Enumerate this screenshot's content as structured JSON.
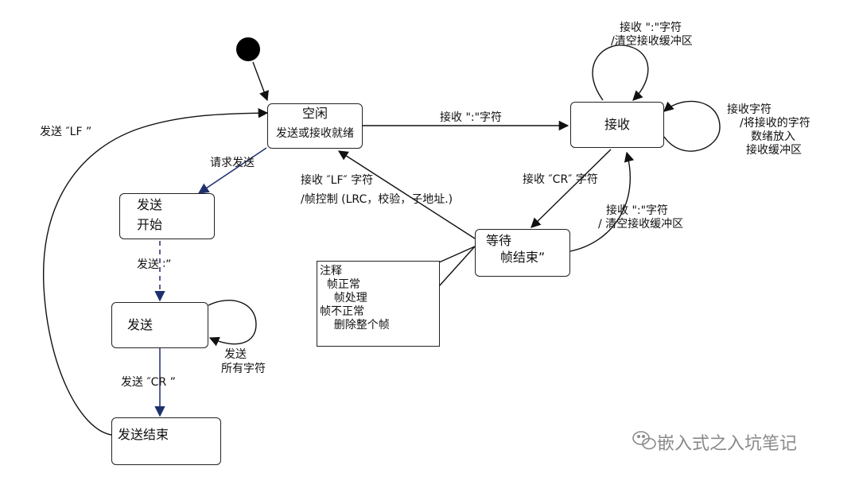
{
  "states": {
    "idle": {
      "title": "空闲",
      "subtitle": "发送或接收就绪"
    },
    "receive": {
      "title": "接收"
    },
    "wait": {
      "title": "等待",
      "subtitle": "帧结束”"
    },
    "send_start": {
      "title": "发送",
      "subtitle": "开始"
    },
    "send": {
      "title": "发送"
    },
    "send_end": {
      "title": "发送结束"
    }
  },
  "transitions": {
    "idle_to_receive": "接收 \":\"字符",
    "receive_self_top_1": "接收 \":\"字符",
    "receive_self_top_2": "/清空接收缓冲区",
    "receive_self_right_1": "接收字符",
    "receive_self_right_2": "/将接收的字符",
    "receive_self_right_3": "数绪放入",
    "receive_self_right_4": "接收缓冲区",
    "receive_to_wait": "接收 ″CR″ 字符",
    "wait_to_receive_1": "接收 \":\"字符",
    "wait_to_receive_2": "/ 清空接收缓冲区",
    "wait_to_idle_1": "接收 ″LF″ 字符",
    "wait_to_idle_2": "/帧控制 (LRC，校验，子地址.)",
    "idle_to_send_start": "请求发送",
    "send_start_to_send": "发送 ∶”",
    "send_self_1": "发送",
    "send_self_2": "所有字符",
    "send_to_send_end": "发送 ″CR ”",
    "send_end_to_idle": "发送 ″LF ”"
  },
  "note": {
    "lines": [
      "注释",
      "  帧正常",
      "    帧处理",
      "帧不正常",
      "    删除整个帧"
    ]
  },
  "watermark": {
    "text": "嵌入式之入坑笔记"
  },
  "colors": {
    "line": "#111111",
    "dark_arrow": "#1f2f6e"
  }
}
